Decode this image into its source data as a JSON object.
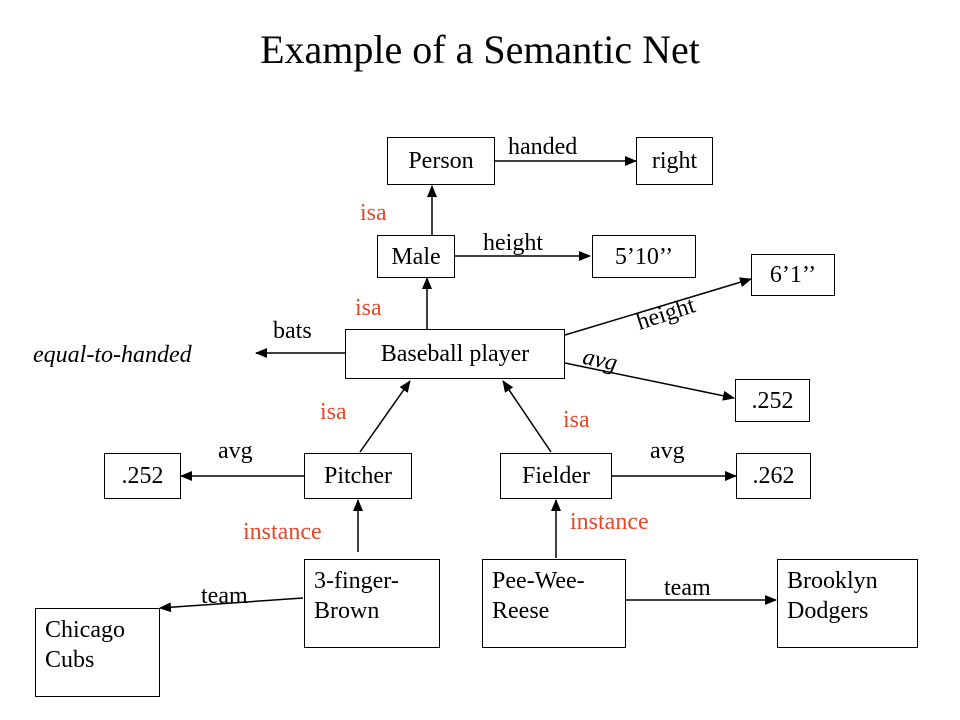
{
  "title": "Example of a Semantic Net",
  "colors": {
    "isa_label": "#e8472a",
    "default": "#000000"
  },
  "nodes": {
    "person": "Person",
    "right": "right",
    "male": "Male",
    "height_male": "5’10’’",
    "height_player": "6’1’’",
    "baseball_player": "Baseball player",
    "player_avg": ".252",
    "pitcher": "Pitcher",
    "pitcher_avg": ".252",
    "fielder": "Fielder",
    "fielder_avg": ".262",
    "three_finger_brown": "3-finger-\nBrown",
    "pee_wee_reese": "Pee-Wee-\nReese",
    "chicago_cubs": "Chicago\nCubs",
    "brooklyn_dodgers": "Brooklyn\nDodgers"
  },
  "edges": {
    "handed": "handed",
    "isa_male_person": "isa",
    "height_male": "height",
    "isa_player_male": "isa",
    "bats": "bats",
    "equal_to_handed": "equal-to-handed",
    "height_player": "height",
    "avg_player": "avg",
    "isa_pitcher": "isa",
    "isa_fielder": "isa",
    "avg_pitcher": "avg",
    "avg_fielder": "avg",
    "instance_brown": "instance",
    "instance_reese": "instance",
    "team_brown": "team",
    "team_reese": "team"
  }
}
